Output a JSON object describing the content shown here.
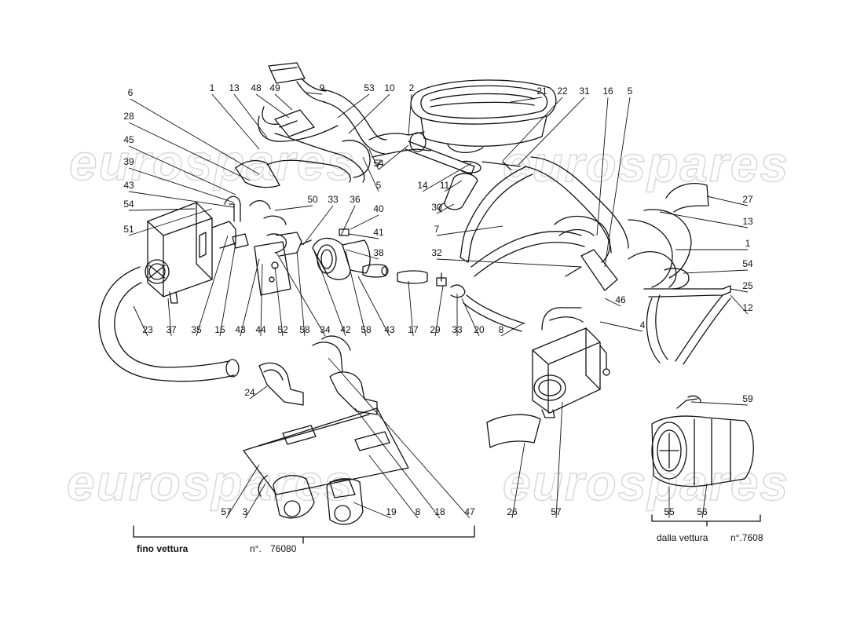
{
  "watermarks": [
    "eurospares",
    "eurospares",
    "eurospares",
    "eurospares"
  ],
  "callouts": [
    "1",
    "13",
    "48",
    "49",
    "9",
    "53",
    "10",
    "2",
    "21",
    "22",
    "31",
    "16",
    "5",
    "6",
    "28",
    "45",
    "39",
    "43",
    "54",
    "51",
    "50",
    "33",
    "36",
    "40",
    "41",
    "38",
    "7",
    "5",
    "54",
    "14",
    "11",
    "30",
    "27",
    "13",
    "1",
    "54",
    "7",
    "32",
    "25",
    "12",
    "46",
    "4",
    "23",
    "37",
    "35",
    "15",
    "43",
    "44",
    "52",
    "58",
    "34",
    "42",
    "58",
    "43",
    "17",
    "29",
    "33",
    "20",
    "8",
    "24",
    "57",
    "3",
    "19",
    "8",
    "18",
    "47",
    "26",
    "57",
    "59",
    "55",
    "56"
  ],
  "captions": {
    "left_prefix": "fino vettura",
    "left_number_prefix": "n°.",
    "left_number": "76080",
    "right_prefix": "dalla vettura",
    "right_number": "n°.7608"
  },
  "colors": {
    "ink": "#111111",
    "watermark": "#d8d8d8",
    "paper": "#ffffff"
  }
}
